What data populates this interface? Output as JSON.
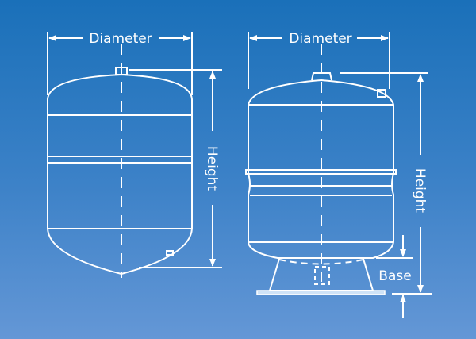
{
  "left_tank": {
    "diameter_label": "Diameter",
    "height_label": "Height"
  },
  "right_tank": {
    "diameter_label": "Diameter",
    "height_label": "Height",
    "base_label": "Base"
  },
  "colors": {
    "background_top": "#1a70b9",
    "background_bottom": "#6497d6",
    "line": "#ffffff"
  }
}
